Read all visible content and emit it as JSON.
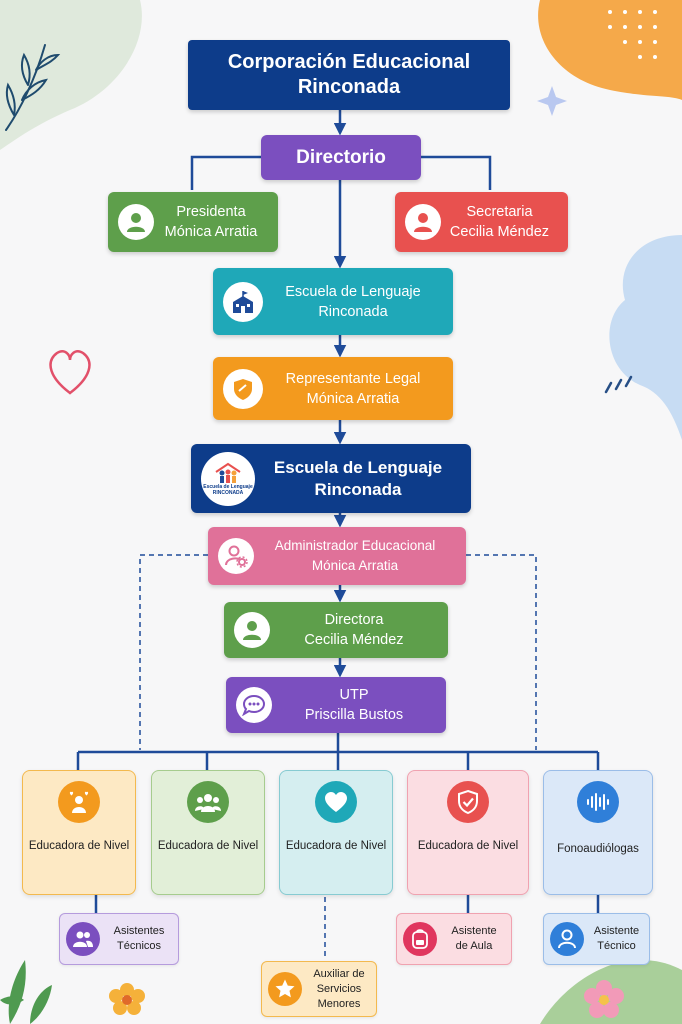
{
  "colors": {
    "navy": "#0d3c8a",
    "purple": "#7b4fbf",
    "green": "#5e9f4b",
    "red": "#e8514f",
    "teal": "#1fa8b8",
    "orange": "#f39a1e",
    "pink": "#e07199",
    "connector": "#1f4b99"
  },
  "top": {
    "line1": "Corporación Educacional",
    "line2": "Rinconada"
  },
  "directorio": {
    "label": "Directorio"
  },
  "presidenta": {
    "role": "Presidenta",
    "name": "Mónica Arratia",
    "icon": "person-icon"
  },
  "secretaria": {
    "role": "Secretaria",
    "name": "Cecilia Méndez",
    "icon": "person-icon"
  },
  "escuela1": {
    "line1": "Escuela de Lenguaje",
    "line2": "Rinconada",
    "icon": "school-icon"
  },
  "representante": {
    "role": "Representante Legal",
    "name": "Mónica Arratia",
    "icon": "shield-icon"
  },
  "escuela2": {
    "line1": "Escuela de Lenguaje",
    "line2": "Rinconada",
    "logo_text": "Escuela de Lenguaje",
    "logo_sub": "RINCONADA"
  },
  "administrador": {
    "role": "Administrador Educacional",
    "name": "Mónica Arratia",
    "icon": "person-gear-icon"
  },
  "directora": {
    "role": "Directora",
    "name": "Cecilia Méndez",
    "icon": "person-icon"
  },
  "utp": {
    "role": "UTP",
    "name": "Priscilla Bustos",
    "icon": "chat-icon"
  },
  "cards": [
    {
      "label": "Educadora de Nivel",
      "icon": "child-hearts-icon"
    },
    {
      "label": "Educadora de Nivel",
      "icon": "group-icon"
    },
    {
      "label": "Educadora de Nivel",
      "icon": "heart-icon"
    },
    {
      "label": "Educadora de Nivel",
      "icon": "shield-check-icon"
    },
    {
      "label": "Fonoaudiólogas",
      "icon": "sound-wave-icon"
    }
  ],
  "subs": [
    {
      "line1": "Asistentes",
      "line2": "Técnicos",
      "icon": "people-icon"
    },
    {
      "line1": "Auxiliar de",
      "line2": "Servicios",
      "line3": "Menores",
      "icon": "star-icon"
    },
    {
      "line1": "Asistente",
      "line2": "de Aula",
      "icon": "backpack-icon"
    },
    {
      "line1": "Asistente",
      "line2": "Técnico",
      "icon": "person-icon"
    }
  ]
}
